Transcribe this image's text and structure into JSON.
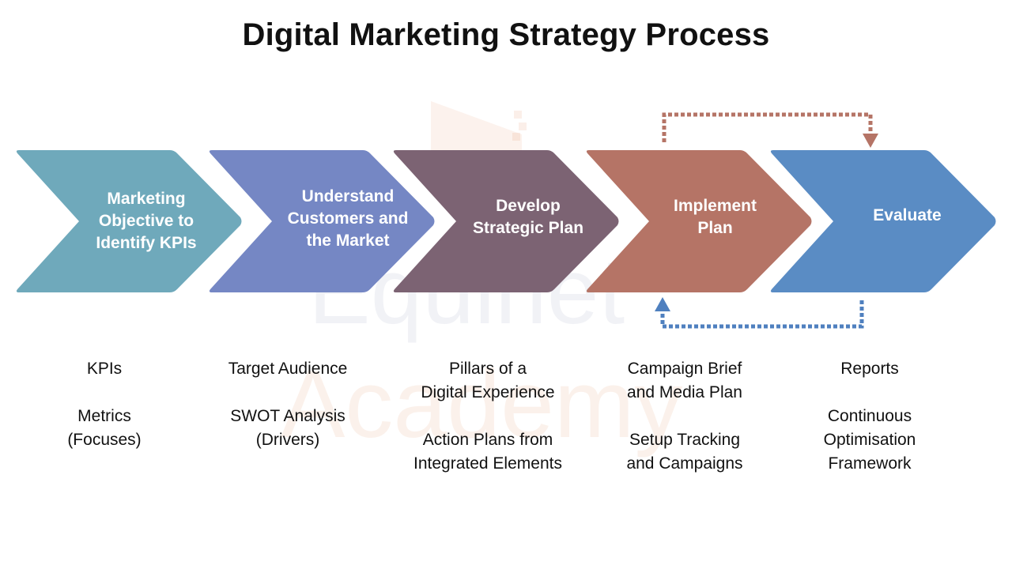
{
  "title": "Digital Marketing Strategy Process",
  "watermark": {
    "line1": "Equinet",
    "line2": "Academy"
  },
  "steps": [
    {
      "label": "Marketing\nObjective to\nIdentify KPIs",
      "color": "#6fa9bb",
      "details": "KPIs\n\nMetrics\n(Focuses)"
    },
    {
      "label": "Understand\nCustomers and\nthe Market",
      "color": "#7587c4",
      "details": "Target Audience\n\nSWOT Analysis\n(Drivers)"
    },
    {
      "label": "Develop\nStrategic Plan",
      "color": "#7c6373",
      "details": "Pillars of a\nDigital Experience\n\nAction Plans from\nIntegrated Elements"
    },
    {
      "label": "Implement\nPlan",
      "color": "#b57466",
      "details": "Campaign Brief\nand Media Plan\n\nSetup Tracking\nand Campaigns"
    },
    {
      "label": "Evaluate",
      "color": "#5a8cc4",
      "details": "Reports\n\nContinuous\nOptimisation\nFramework"
    }
  ],
  "connectors": {
    "top_loop_color": "#b57466",
    "bottom_loop_color": "#4f80bf"
  }
}
